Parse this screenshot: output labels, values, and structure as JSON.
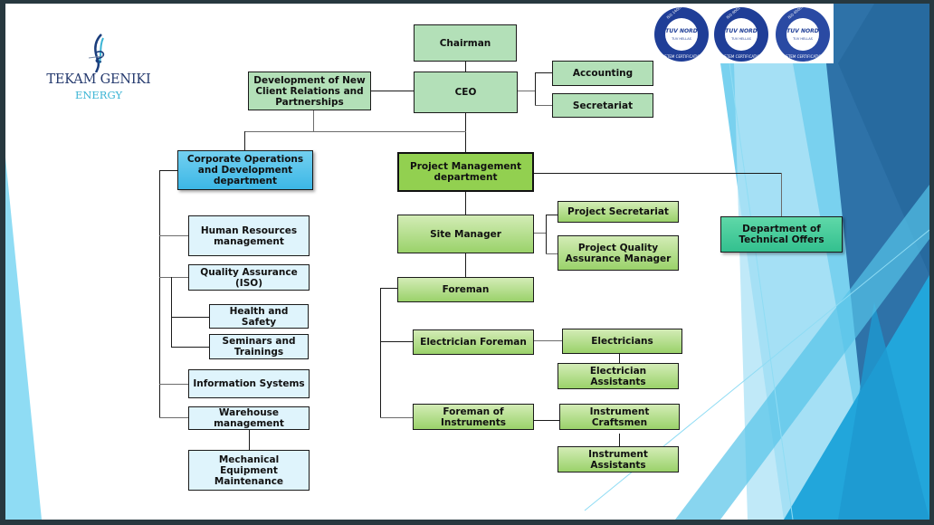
{
  "company": {
    "name": "TEKAM GENIKI",
    "subtitle": "ENERGY"
  },
  "certifications": [
    {
      "standard": "ISO 14001",
      "issuer": "TUV NORD",
      "sub": "TUV HELLAS",
      "ring_text": "SYSTEM CERTIFICATION"
    },
    {
      "standard": "ISO 9001",
      "issuer": "TUV NORD",
      "sub": "TUV HELLAS",
      "ring_text": "SYSTEM CERTIFICATION"
    },
    {
      "standard": "ISO 45001",
      "issuer": "TUV NORD",
      "sub": "TUV HELLAS",
      "ring_text": "SYSTEM CERTIFICATION"
    }
  ],
  "colors": {
    "frame": "#27383f",
    "executive": "#b3e0b8",
    "project": "#92d050",
    "corporate": "#3cb7e6",
    "corporate_sub": "#dff4fc",
    "technical": "#33c08f",
    "cert_blue": "#1f3e97"
  },
  "org": {
    "chairman": "Chairman",
    "ceo": "CEO",
    "accounting": "Accounting",
    "secretariat": "Secretariat",
    "client_dev": "Development of New Client Relations and Partnerships",
    "corporate": "Corporate Operations and Development department",
    "project_mgmt": "Project Management department",
    "technical_offers": "Department of Technical Offers",
    "corporate_units": {
      "hr": "Human Resources management",
      "qa": "Quality Assurance (ISO)",
      "health": "Health and Safety",
      "seminars": "Seminars and Trainings",
      "it": "Information Systems",
      "warehouse": "Warehouse management",
      "mechanical": "Mechanical Equipment Maintenance"
    },
    "project_units": {
      "site_manager": "Site Manager",
      "project_secretariat": "Project Secretariat",
      "project_qa": "Project Quality Assurance Manager",
      "foreman": "Foreman",
      "electrician_foreman": "Electrician Foreman",
      "electricians": "Electricians",
      "electrician_assistants": "Electrician Assistants",
      "instruments_foreman": "Foreman of Instruments",
      "instrument_craftsmen": "Instrument Craftsmen",
      "instrument_assistants": "Instrument Assistants"
    }
  }
}
